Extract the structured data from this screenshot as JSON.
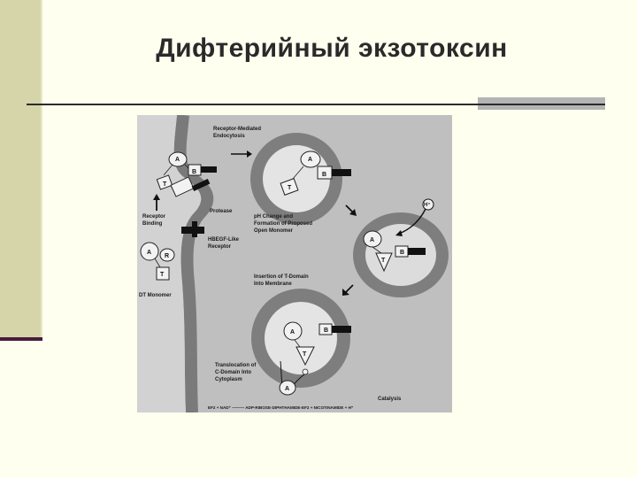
{
  "slide": {
    "title": "Дифтерийный экзотоксин"
  },
  "diagram": {
    "labels": {
      "endocytosis": [
        "Receptor-Mediated",
        "Endocytosis"
      ],
      "protease": "Protease",
      "receptor_binding": [
        "Receptor",
        "Binding"
      ],
      "receptor": [
        "HBEGF-Like",
        "Receptor"
      ],
      "dt_monomer": "DT Monomer",
      "ph_change": [
        "pH Change and",
        "Formation of Proposed",
        "Open Monomer"
      ],
      "insertion": [
        "Insertion of T-Domain",
        "Into Membrane"
      ],
      "translocation": [
        "Translocation of",
        "C-Domain Into",
        "Cytoplasm"
      ],
      "catalysis": "Catalysis",
      "reaction": "EF2 + NAD⁺ ——— ADP-RIBOSE-DIPHTHAMIDE-EF2 + NICOTINAMIDE + H⁺",
      "hplus": "H⁺"
    },
    "domains": {
      "a": "A",
      "b": "B",
      "t": "T",
      "r": "R"
    }
  }
}
